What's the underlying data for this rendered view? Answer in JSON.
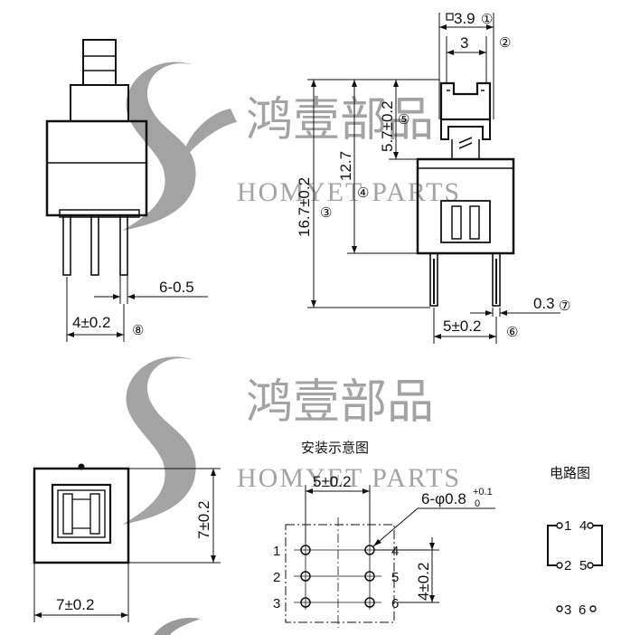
{
  "watermark": {
    "brand_cn": "鸿壹部品",
    "brand_en": "HOMYET PARTS",
    "colors": {
      "watermark_gray": "#9a9a9a",
      "line": "#111111"
    }
  },
  "side_view": {
    "pin_pitch_label": "4±0.2",
    "pin_pitch_marker": "⑧",
    "pin_width_label": "6-0.5"
  },
  "front_view": {
    "top_width_label": "3.9",
    "top_width_marker": "①",
    "inner_width_label": "3",
    "inner_width_marker": "②",
    "stroke_label": "5.7±0.2",
    "stroke_marker": "⑤",
    "body_height_label": "12.7",
    "body_height_marker": "④",
    "total_height_label": "16.7±0.2",
    "total_height_marker": "③",
    "pin_thickness_label": "0.3",
    "pin_thickness_marker": "⑦",
    "pin_pitch_label": "5±0.2",
    "pin_pitch_marker": "⑥"
  },
  "top_view": {
    "height_label": "7±0.2",
    "width_label": "7±0.2"
  },
  "mounting": {
    "title": "安装示意图",
    "horizontal_pitch": "5±0.2",
    "vertical_pitch": "4±0.2",
    "hole_label": "6-φ0.8",
    "hole_tol_plus": "+0.1",
    "hole_tol_minus": "0",
    "pins_left": [
      "1",
      "2",
      "3"
    ],
    "pins_right": [
      "4",
      "5",
      "6"
    ]
  },
  "circuit": {
    "title": "电路图",
    "labels": [
      "1",
      "4",
      "2",
      "5",
      "3",
      "6"
    ]
  }
}
